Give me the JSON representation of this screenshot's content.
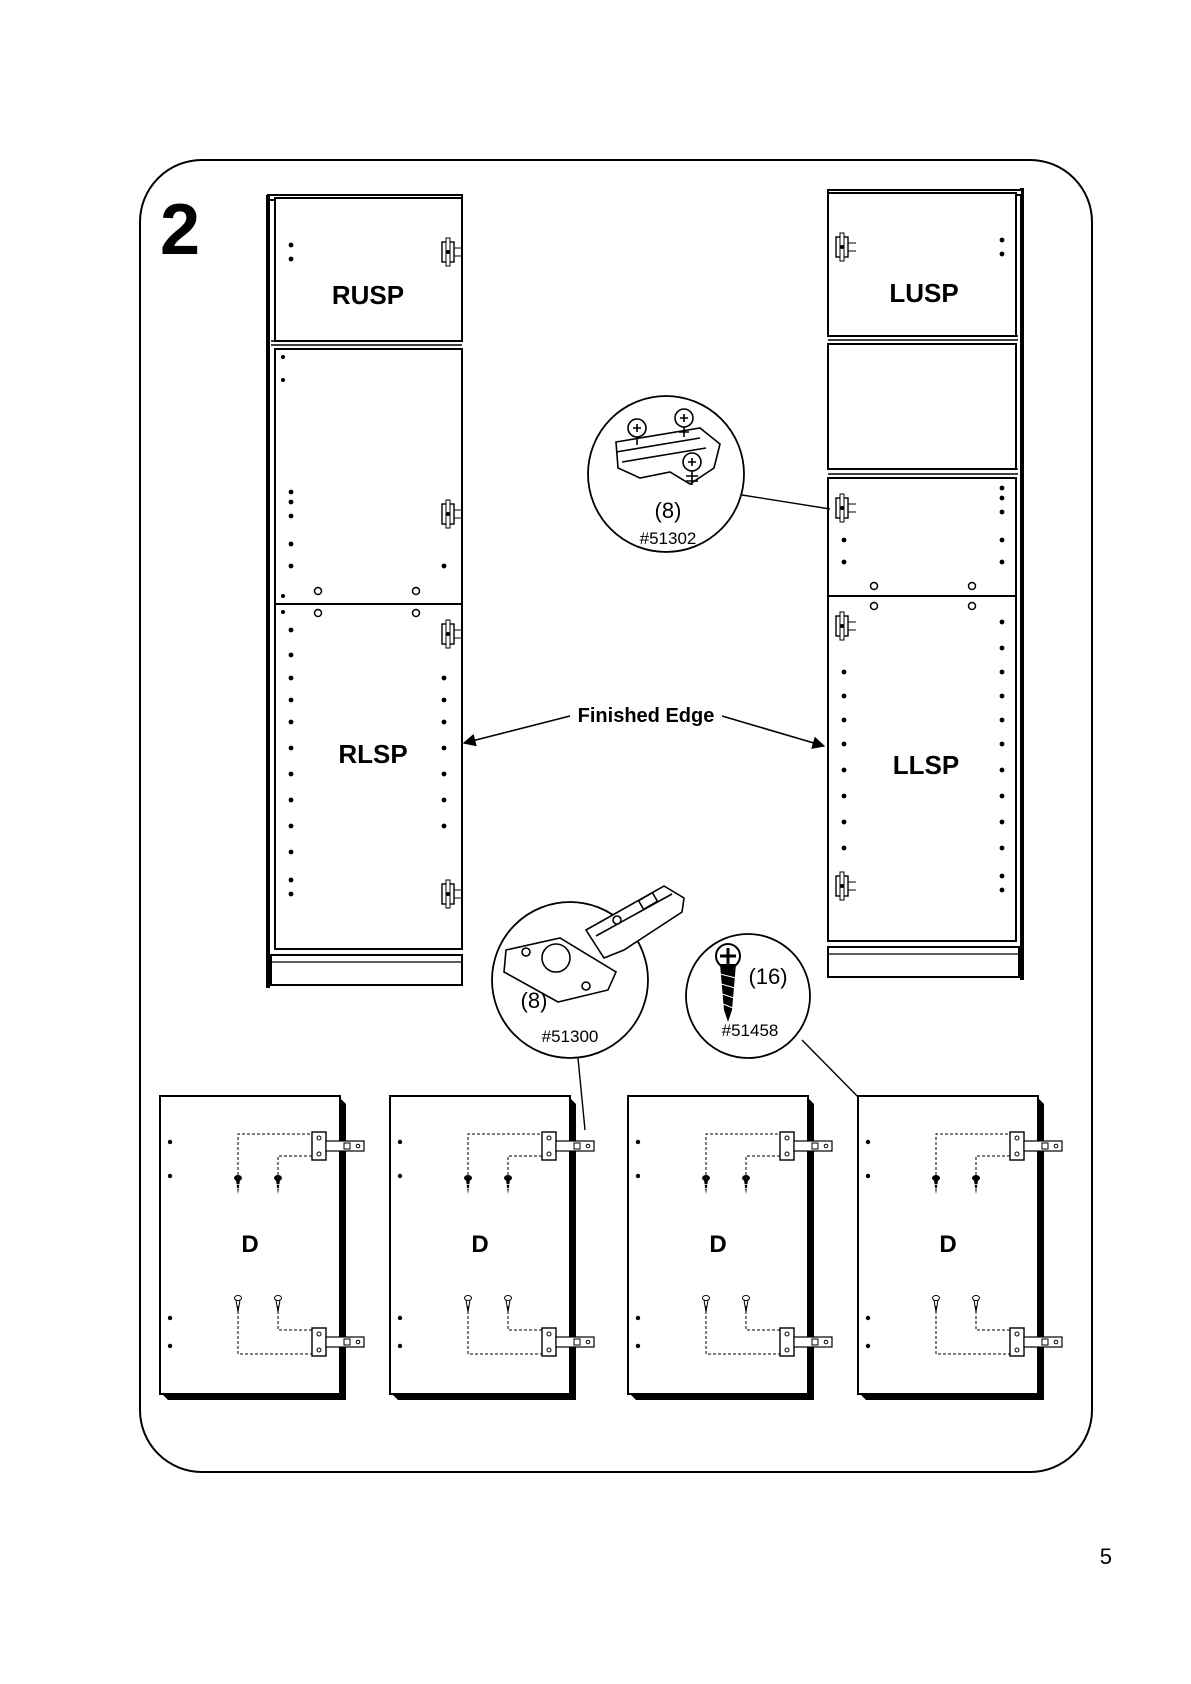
{
  "step_number": "2",
  "page_number": "5",
  "panels": {
    "rusp": "RUSP",
    "lusp": "LUSP",
    "rlsp": "RLSP",
    "llsp": "LLSP"
  },
  "finished_edge_label": "Finished Edge",
  "callouts": {
    "bracket": {
      "qty": "(8)",
      "part": "#51302"
    },
    "hinge": {
      "qty": "(8)",
      "part": "#51300"
    },
    "screw": {
      "qty": "(16)",
      "part": "#51458"
    }
  },
  "doors": [
    "D",
    "D",
    "D",
    "D"
  ]
}
